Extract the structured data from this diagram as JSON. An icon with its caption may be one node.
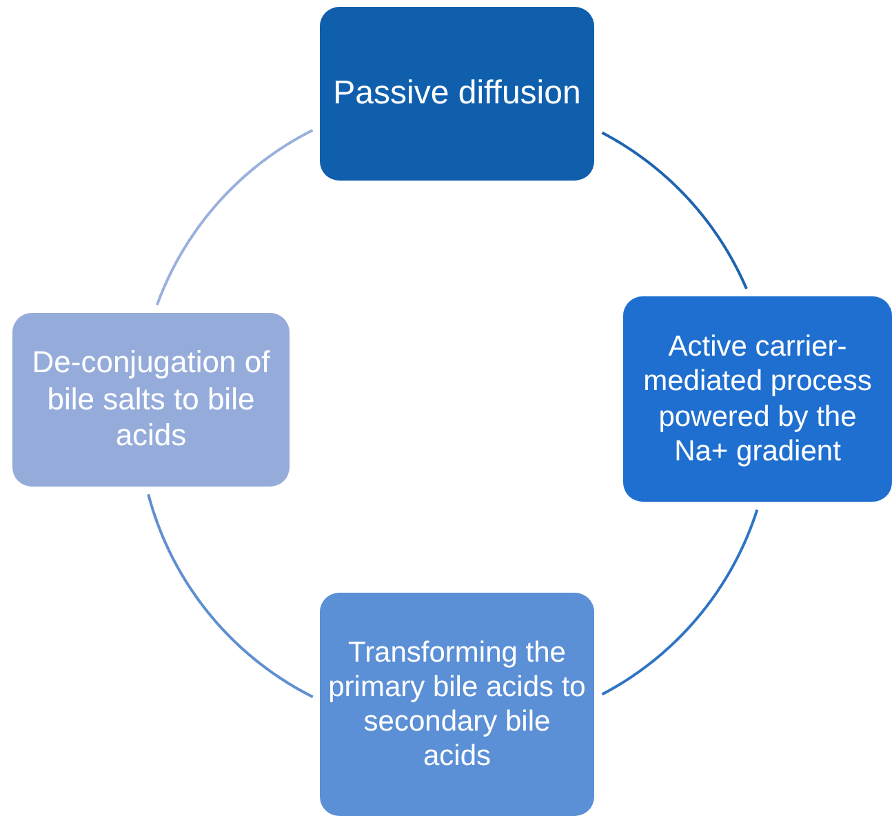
{
  "diagram": {
    "nodes": [
      {
        "text": [
          "Passive diffusion"
        ]
      },
      {
        "text": [
          "De-conjugation of bile salts to bile acids"
        ]
      },
      {
        "text": [
          "Active carrier-mediated process powered by the Na+ gradient"
        ]
      },
      {
        "text": [
          "Transforming the primary bile acids to secondary bile acids"
        ]
      }
    ],
    "edges": [
      {
        "from": 0,
        "to": 2,
        "arrow": "none",
        "color": "#1f64b0"
      },
      {
        "from": 2,
        "to": 3,
        "arrow": "none",
        "color": "#2f74c4"
      },
      {
        "from": 3,
        "to": 1,
        "arrow": "none",
        "color": "#5f8fd0"
      },
      {
        "from": 1,
        "to": 0,
        "arrow": "none",
        "color": "#9ab0dc"
      }
    ]
  }
}
